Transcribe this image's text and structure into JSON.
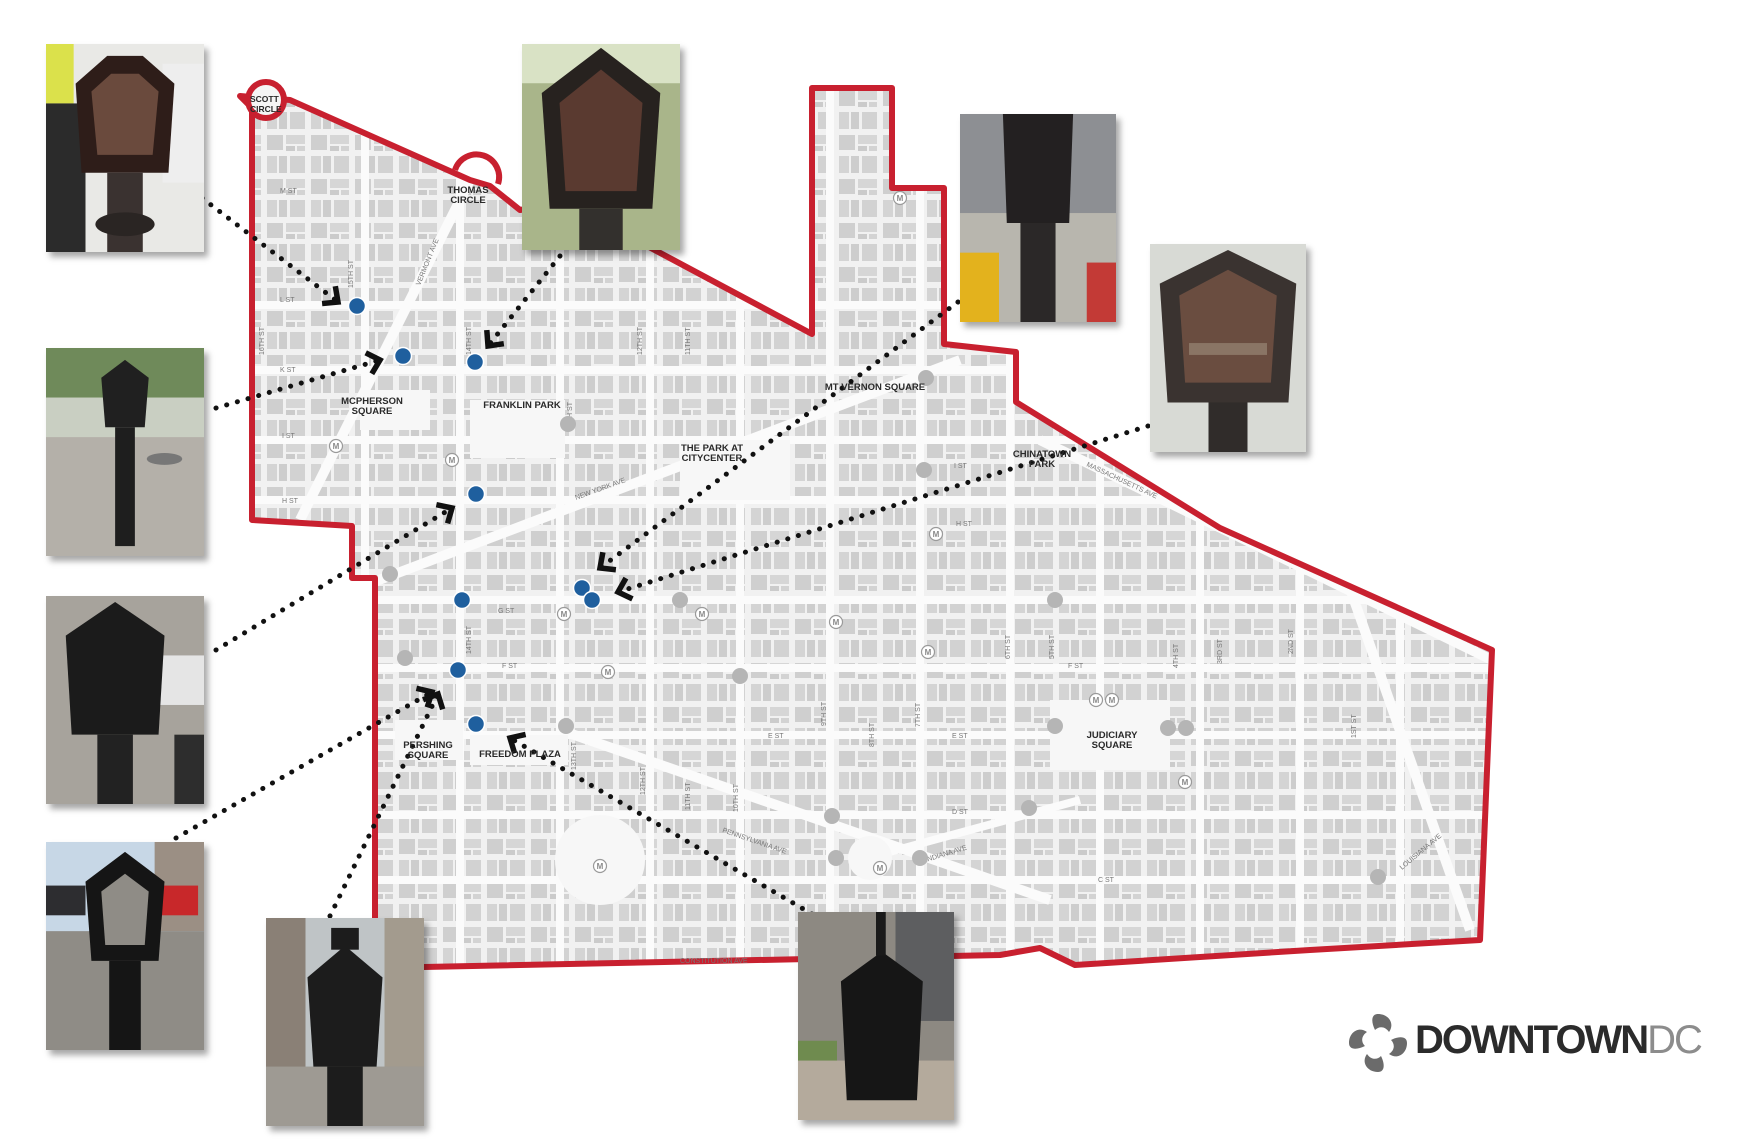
{
  "map": {
    "places": [
      {
        "id": "scott-circle",
        "text": "SCOTT\nCIRCLE"
      },
      {
        "id": "thomas-circle",
        "text": "THOMAS\nCIRCLE"
      },
      {
        "id": "mcpherson-square",
        "text": "MCPHERSON\nSQUARE"
      },
      {
        "id": "franklin-park",
        "text": "FRANKLIN PARK"
      },
      {
        "id": "mt-vernon-square",
        "text": "MT VERNON SQUARE"
      },
      {
        "id": "park-at-citycenter",
        "text": "THE PARK AT\nCITYCENTER"
      },
      {
        "id": "chinatown-park",
        "text": "CHINATOWN\nPARK"
      },
      {
        "id": "pershing-square",
        "text": "PERSHING\nSQUARE"
      },
      {
        "id": "freedom-plaza",
        "text": "FREEDOM PLAZA"
      },
      {
        "id": "judiciary-square",
        "text": "JUDICIARY\nSQUARE"
      }
    ],
    "streets": [
      "M ST",
      "L ST",
      "K ST",
      "I ST",
      "H ST",
      "G ST",
      "F ST",
      "E ST",
      "D ST",
      "C ST",
      "16TH ST",
      "15TH ST",
      "14TH ST",
      "13TH ST",
      "12TH ST",
      "11TH ST",
      "10TH ST",
      "9TH ST",
      "8TH ST",
      "7TH ST",
      "6TH ST",
      "5TH ST",
      "4TH ST",
      "3RD ST",
      "2ND ST",
      "1ST ST",
      "VERMONT AVE",
      "NEW YORK AVE",
      "MASSACHUSETTS AVE",
      "PENNSYLVANIA AVE",
      "INDIANA AVE",
      "LOUISIANA AVE",
      "CONSTITUTION AVE"
    ],
    "metro_symbol": "M",
    "boundary_color": "#c8202f",
    "marker_color": "#1f5f9e",
    "gray_marker_color": "#b5b5b5"
  },
  "photos": [
    {
      "id": "photo-1",
      "icon": "call-box-photo"
    },
    {
      "id": "photo-2",
      "icon": "call-box-photo"
    },
    {
      "id": "photo-3",
      "icon": "call-box-photo"
    },
    {
      "id": "photo-4",
      "icon": "call-box-photo"
    },
    {
      "id": "photo-5",
      "icon": "call-box-photo"
    },
    {
      "id": "photo-6",
      "icon": "call-box-photo"
    },
    {
      "id": "photo-7",
      "icon": "call-box-photo"
    },
    {
      "id": "photo-8",
      "icon": "call-box-photo"
    },
    {
      "id": "photo-9",
      "icon": "call-box-photo"
    }
  ],
  "brand": {
    "name_bold": "DOWNTOWN",
    "name_light": "DC",
    "icon": "downtown-dc-logo-icon"
  }
}
